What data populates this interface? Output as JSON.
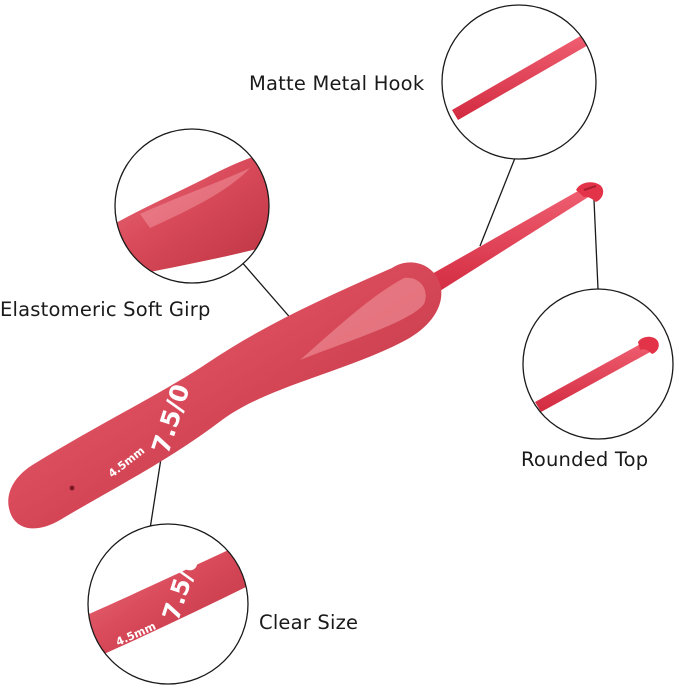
{
  "image": {
    "subject": "crochet-hook",
    "colors": {
      "background": "#ffffff",
      "hook_red": "#e8394f",
      "grip_red": "#d94a5a",
      "grip_shadow": "#b8303f",
      "grip_highlight": "#ef7a86",
      "line": "#1a1a1a"
    }
  },
  "callouts": {
    "hook": {
      "label": "Matte Metal Hook"
    },
    "grip": {
      "label": "Elastomeric Soft Girp"
    },
    "top": {
      "label": "Rounded Top"
    },
    "size": {
      "label": "Clear Size"
    }
  },
  "hook_markings": {
    "size_label": "7.5/0",
    "mm_label": "4.5mm"
  }
}
